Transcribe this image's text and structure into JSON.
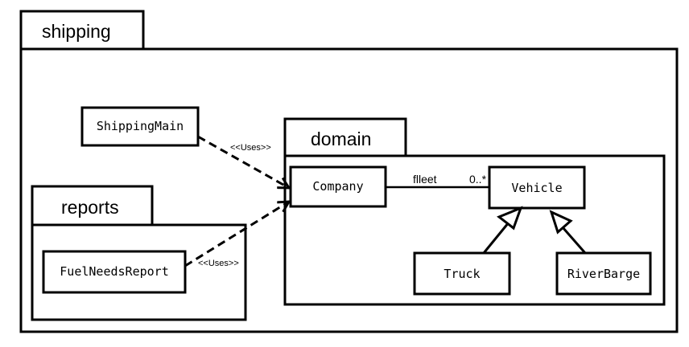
{
  "packages": {
    "shipping": "shipping",
    "domain": "domain",
    "reports": "reports"
  },
  "classes": {
    "shipping_main": "ShippingMain",
    "company": "Company",
    "vehicle": "Vehicle",
    "truck": "Truck",
    "river_barge": "RiverBarge",
    "fuel_needs_report": "FuelNeedsReport"
  },
  "relations": {
    "uses_main": "<<Uses>>",
    "uses_report": "<<Uses>>",
    "fleet_role": "flleet",
    "fleet_multiplicity": "0..*"
  }
}
